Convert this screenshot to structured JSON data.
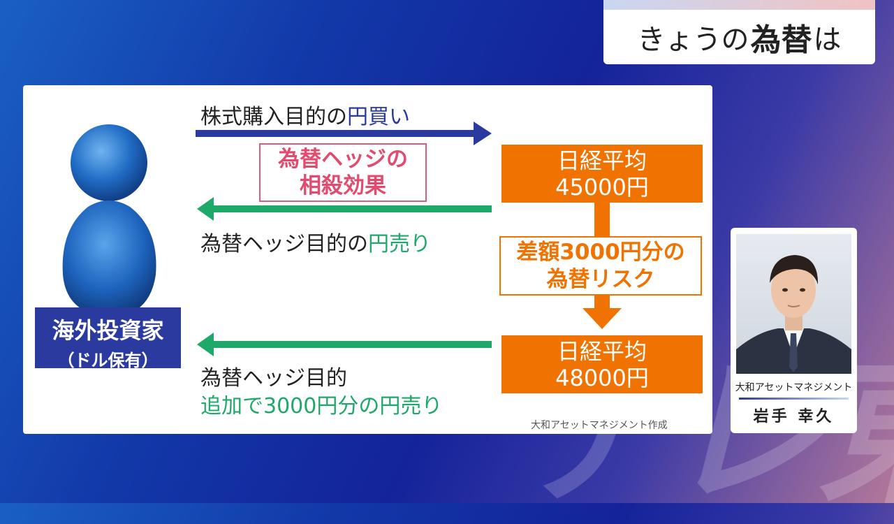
{
  "topic": {
    "prefix": "きょうの",
    "emphasis": "為替",
    "suffix": "は"
  },
  "investor": {
    "line1": "海外投資家",
    "line2": "（ドル保有）"
  },
  "flows": {
    "buy_label_plain": "株式購入目的の",
    "buy_label_accent": "円買い",
    "sell1_label_plain": "為替ヘッジ目的の",
    "sell1_label_accent": "円売り",
    "sell2_line1": "為替ヘッジ目的",
    "sell2_line2": "追加で3000円分の円売り"
  },
  "hedge_effect": {
    "line1": "為替ヘッジの",
    "line2": "相殺効果"
  },
  "nikkei_before": {
    "line1": "日経平均",
    "line2": "45000円"
  },
  "risk": {
    "line1": "差額3000円分の",
    "line2": "為替リスク"
  },
  "nikkei_after": {
    "line1": "日経平均",
    "line2": "48000円"
  },
  "credit": "大和アセットマネジメント作成",
  "commentator": {
    "company": "大和アセットマネジメント",
    "name": "岩手 幸久"
  },
  "watermark": "テレ東",
  "colors": {
    "navy": "#2a3a9e",
    "green": "#1ea86a",
    "orange": "#f07200",
    "pink": "#e24a6e"
  }
}
